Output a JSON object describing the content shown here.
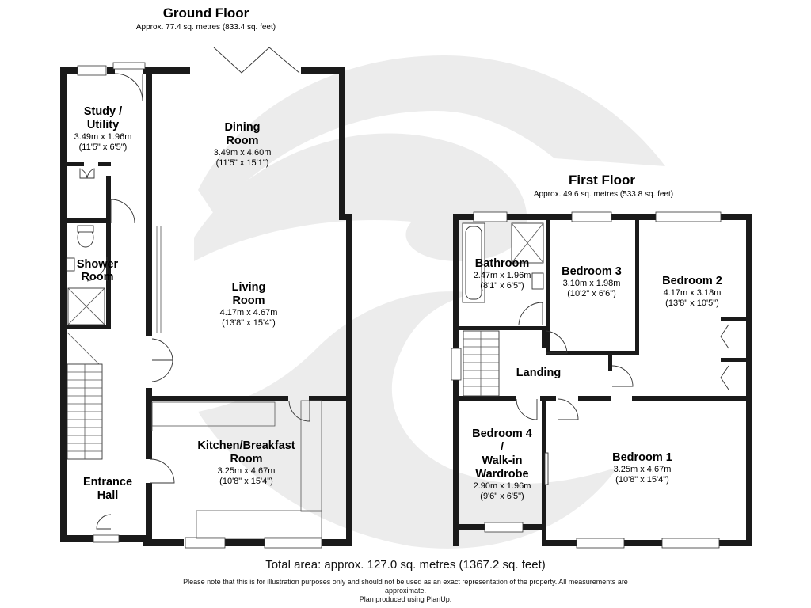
{
  "ground_floor": {
    "title": "Ground Floor",
    "area": "Approx. 77.4 sq. metres (833.4 sq. feet)",
    "rooms": {
      "study": {
        "name_1": "Study /",
        "name_2": "Utility",
        "metric": "3.49m x 1.96m",
        "imperial": "(11'5\" x 6'5\")"
      },
      "dining": {
        "name_1": "Dining",
        "name_2": "Room",
        "metric": "3.49m x 4.60m",
        "imperial": "(11'5\" x 15'1\")"
      },
      "shower": {
        "name_1": "Shower",
        "name_2": "Room"
      },
      "living": {
        "name_1": "Living",
        "name_2": "Room",
        "metric": "4.17m x 4.67m",
        "imperial": "(13'8\" x 15'4\")"
      },
      "kitchen": {
        "name_1": "Kitchen/Breakfast",
        "name_2": "Room",
        "metric": "3.25m x 4.67m",
        "imperial": "(10'8\" x 15'4\")"
      },
      "hall": {
        "name_1": "Entrance",
        "name_2": "Hall"
      }
    }
  },
  "first_floor": {
    "title": "First Floor",
    "area": "Approx. 49.6 sq. metres (533.8 sq. feet)",
    "rooms": {
      "bathroom": {
        "name": "Bathroom",
        "metric": "2.47m x 1.96m",
        "imperial": "(8'1\" x 6'5\")"
      },
      "bedroom3": {
        "name": "Bedroom 3",
        "metric": "3.10m x 1.98m",
        "imperial": "(10'2\" x 6'6\")"
      },
      "bedroom2": {
        "name": "Bedroom 2",
        "metric": "4.17m x 3.18m",
        "imperial": "(13'8\" x 10'5\")"
      },
      "landing": {
        "name": "Landing"
      },
      "bedroom4": {
        "name_1": "Bedroom 4",
        "name_2": "/",
        "name_3": "Walk-in",
        "name_4": "Wardrobe",
        "metric": "2.90m x 1.96m",
        "imperial": "(9'6\" x 6'5\")"
      },
      "bedroom1": {
        "name": "Bedroom 1",
        "metric": "3.25m x 4.67m",
        "imperial": "(10'8\" x 15'4\")"
      }
    }
  },
  "footer": {
    "total": "Total area: approx. 127.0 sq. metres (1367.2 sq. feet)",
    "note_1": "Please note that this is for illustration purposes only and should not be used as an exact representation of the property. All measurements are",
    "note_2": "approximate.",
    "note_3": "Plan produced using PlanUp."
  },
  "colors": {
    "wall": "#1a1a1a",
    "watermark": "#ececec"
  }
}
